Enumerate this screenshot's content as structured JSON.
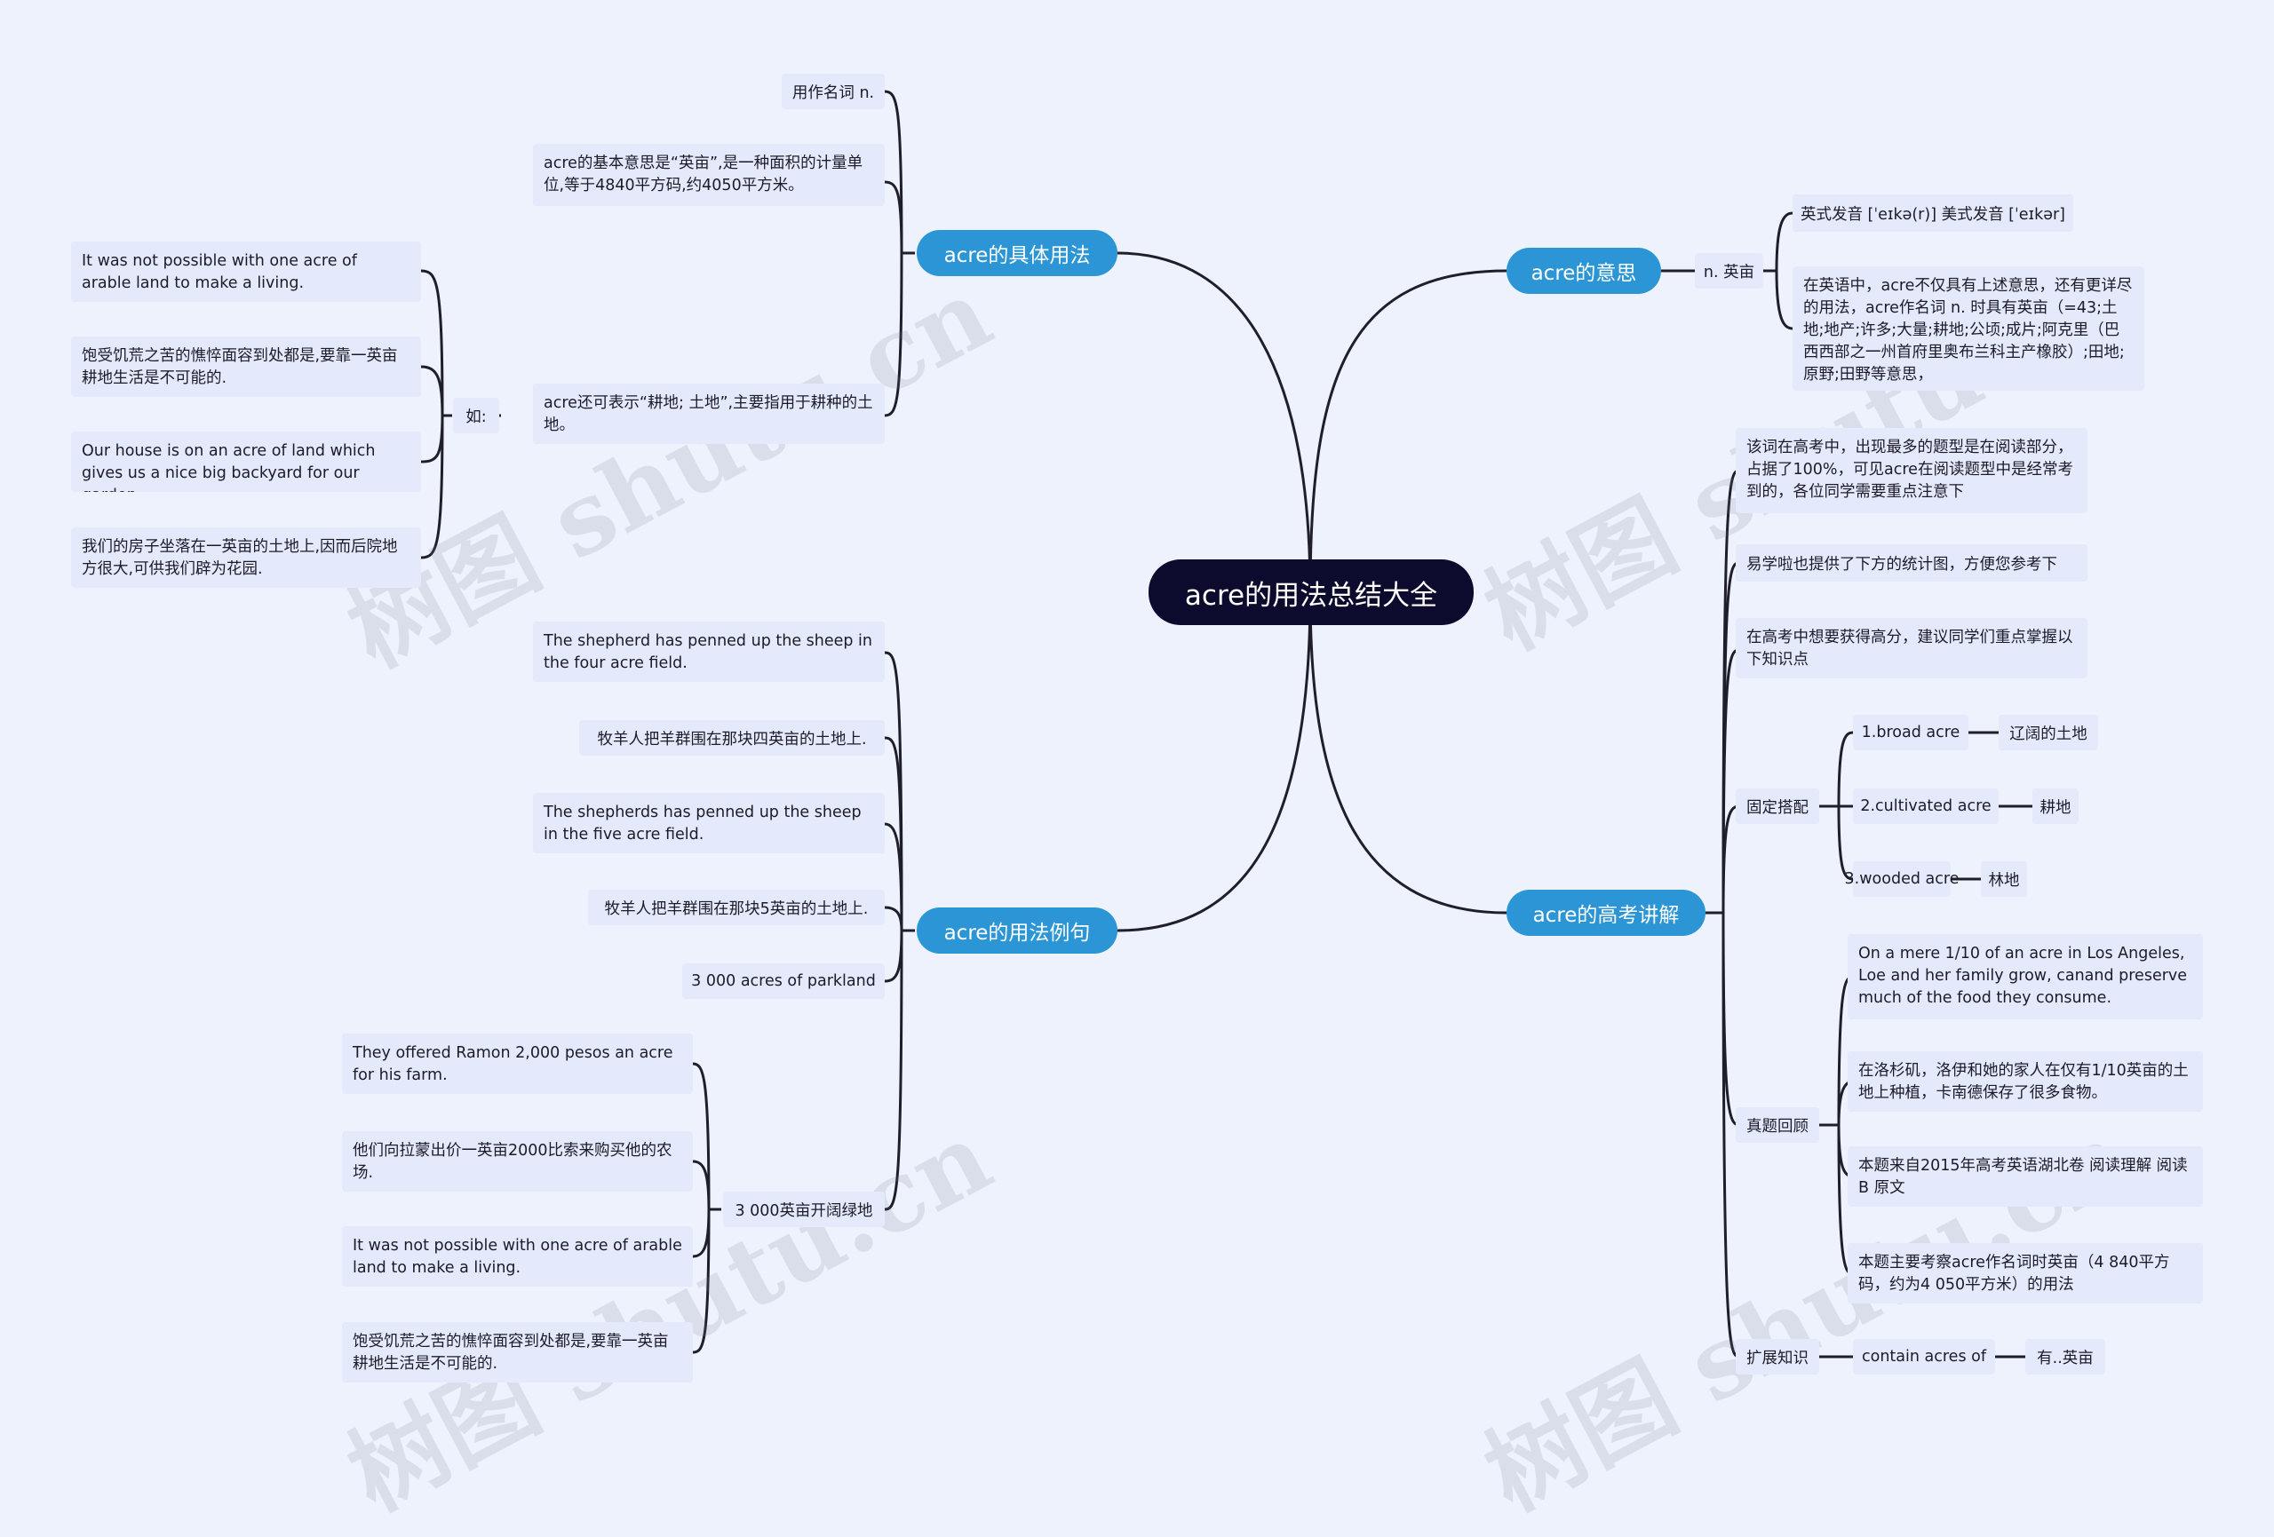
{
  "watermark": "树图 shutu.cn",
  "root": "acre的用法总结大全",
  "branches": {
    "specific": {
      "label": "acre的具体用法",
      "n_usage": "用作名词 n.",
      "basic_meaning": "acre的基本意思是“英亩”,是一种面积的计量单位,等于4840平方码,约4050平方米。",
      "farmland_meaning": "acre还可表示“耕地; 土地”,主要指用于耕种的土地。",
      "example_label": "如:",
      "examples": [
        "It was not possible with one acre of arable land to make a living.",
        "饱受饥荒之苦的憔悴面容到处都是,要靠一英亩耕地生活是不可能的.",
        "Our house is on an acre of land which gives us a nice big backyard for our garden.",
        "我们的房子坐落在一英亩的土地上,因而后院地方很大,可供我们辟为花园."
      ]
    },
    "examples": {
      "label": "acre的用法例句",
      "items": [
        "The shepherd has penned up the sheep in the four acre field.",
        "牧羊人把羊群围在那块四英亩的土地上.",
        "The shepherds has penned up the sheep in the five acre field.",
        "牧羊人把羊群围在那块5英亩的土地上.",
        "3 000 acres of parkland"
      ],
      "park_label": "3 000英亩开阔绿地",
      "park_items": [
        "They offered Ramon 2,000 pesos an acre for his farm.",
        "他们向拉蒙出价一英亩2000比索来购买他的农场.",
        "It was not possible with one acre of arable land to make a living.",
        "饱受饥荒之苦的憔悴面容到处都是,要靠一英亩耕地生活是不可能的."
      ]
    },
    "meaning": {
      "label": "acre的意思",
      "pos": "n. 英亩",
      "pronunciation": "英式发音 [ˈeɪkə(r)] 美式发音 [ˈeɪkər]",
      "detail": "在英语中，acre不仅具有上述意思，还有更详尽的用法，acre作名词 n. 时具有英亩（=43;土地;地产;许多;大量;耕地;公顷;成片;阿克里（巴西西部之一州首府里奥布兰科主产橡胶）;田地;原野;田野等意思，"
    },
    "exam": {
      "label": "acre的高考讲解",
      "intro": "该词在高考中，出现最多的题型是在阅读部分，占据了100%，可见acre在阅读题型中是经常考到的，各位同学需要重点注意下",
      "stats": "易学啦也提供了下方的统计图，方便您参考下",
      "advice": "在高考中想要获得高分，建议同学们重点掌握以下知识点",
      "collocations_label": "固定搭配",
      "collocations": [
        {
          "term": "1.broad acre",
          "meaning": "辽阔的土地"
        },
        {
          "term": "2.cultivated acre",
          "meaning": "耕地"
        },
        {
          "term": "3.wooded acre",
          "meaning": "林地"
        }
      ],
      "review_label": "真题回顾",
      "review": [
        "On a mere 1/10 of an acre in Los Angeles, Loe and her family grow, canand preserve much of the food they consume.",
        "在洛杉矶，洛伊和她的家人在仅有1/10英亩的土地上种植，卡南德保存了很多食物。",
        "本题来自2015年高考英语湖北卷 阅读理解 阅读B 原文",
        "本题主要考察acre作名词时英亩（4 840平方码，约为4 050平方米）的用法"
      ],
      "extend_label": "扩展知识",
      "extend_term": "contain acres of",
      "extend_meaning": "有..英亩"
    }
  }
}
